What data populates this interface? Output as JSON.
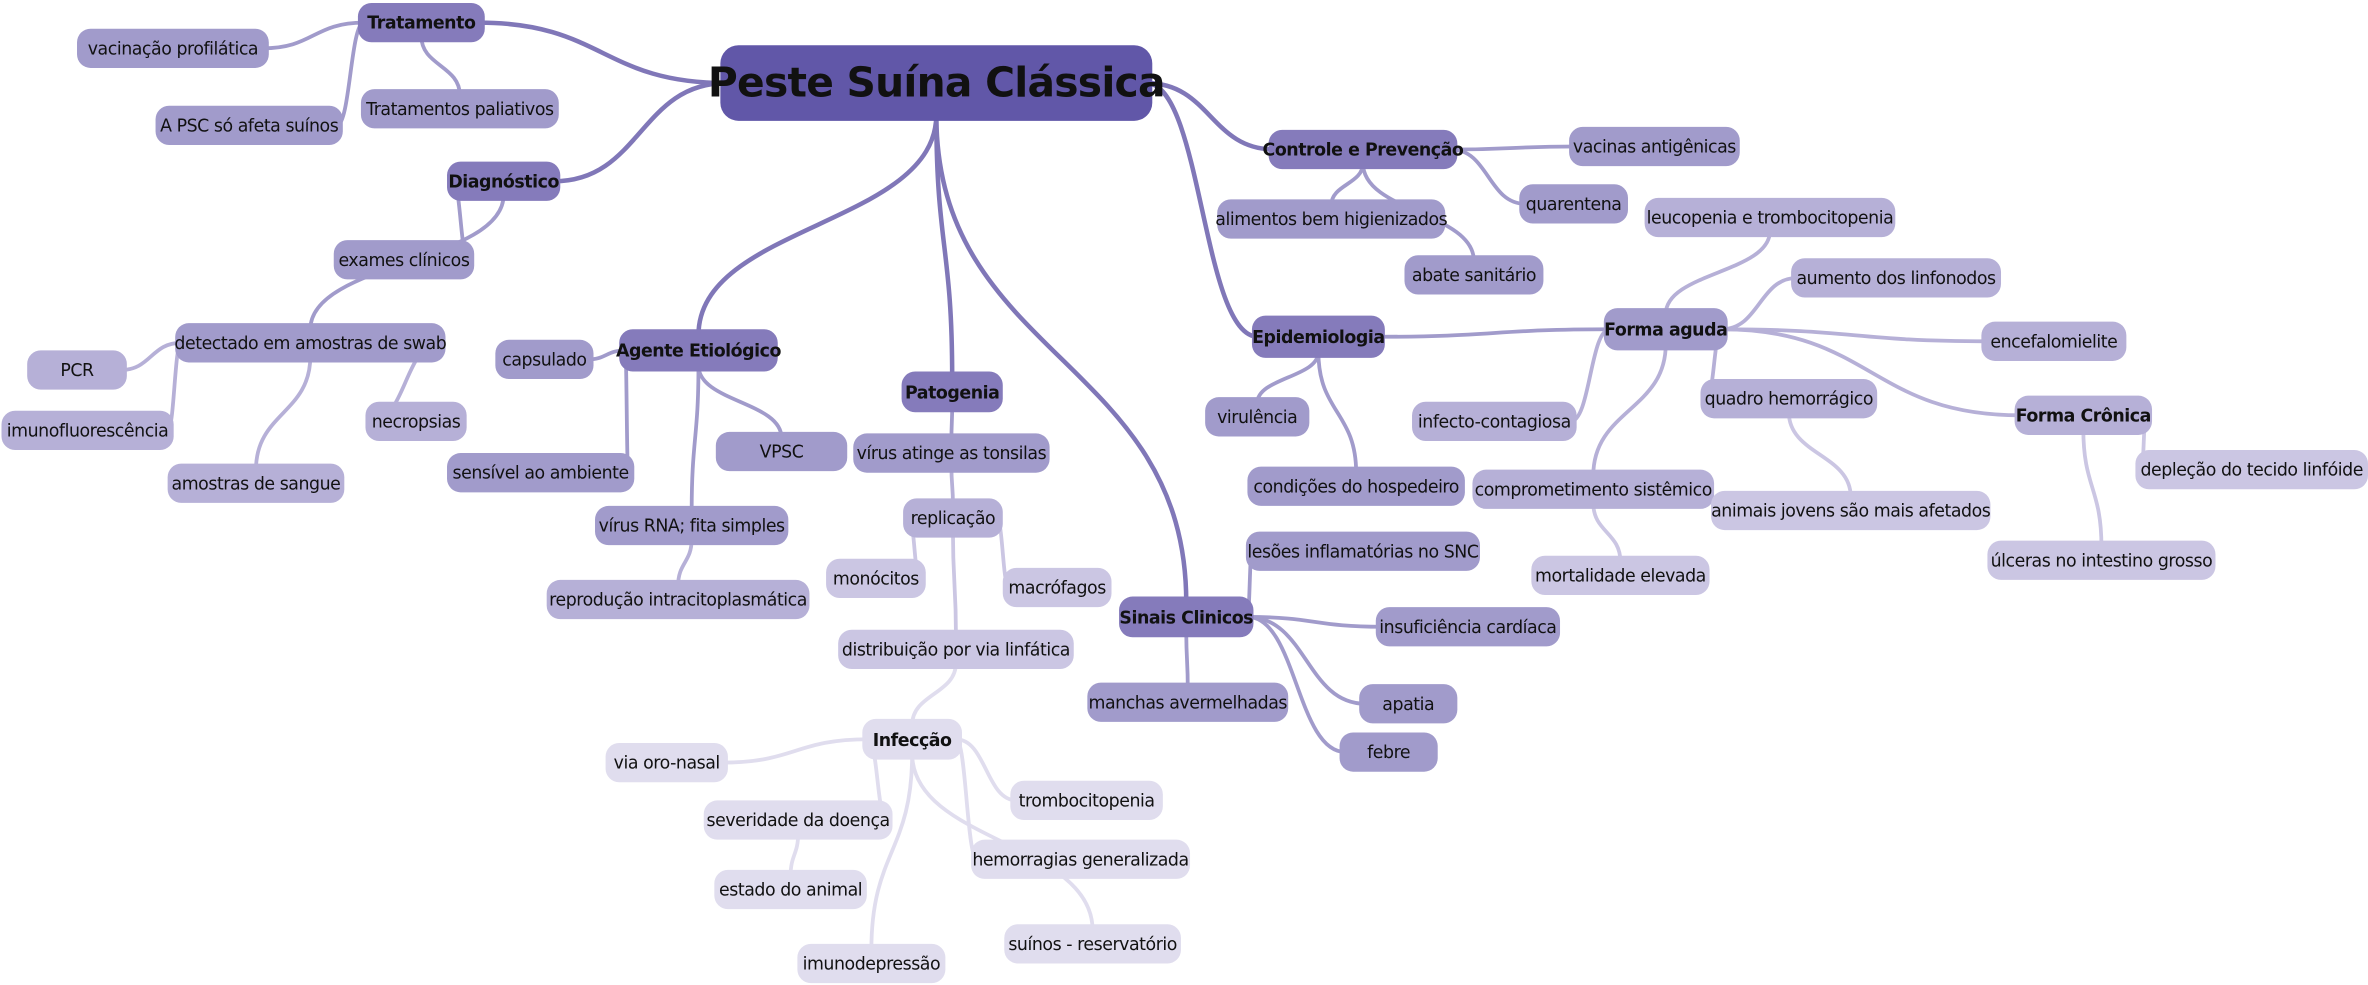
{
  "title": "Peste Suína Clássica",
  "nodes": [
    {
      "id": "root",
      "text": "Peste Suína Clássica",
      "parent": null
    },
    {
      "id": "trat",
      "text": "Tratamento",
      "parent": "root"
    },
    {
      "id": "vacprof",
      "text": "vacinação profilática",
      "parent": "trat"
    },
    {
      "id": "psc",
      "text": "A PSC só afeta suínos",
      "parent": "trat"
    },
    {
      "id": "palia",
      "text": "Tratamentos paliativos",
      "parent": "trat"
    },
    {
      "id": "diag",
      "text": "Diagnóstico",
      "parent": "root"
    },
    {
      "id": "exames",
      "text": "exames clínicos",
      "parent": "diag"
    },
    {
      "id": "swab",
      "text": "detectado em amostras de swab",
      "parent": "diag"
    },
    {
      "id": "pcr",
      "text": "PCR",
      "parent": "swab"
    },
    {
      "id": "imuno",
      "text": "imunofluorescência",
      "parent": "swab"
    },
    {
      "id": "necro",
      "text": "necropsias",
      "parent": "swab"
    },
    {
      "id": "sangue",
      "text": "amostras de sangue",
      "parent": "swab"
    },
    {
      "id": "agente",
      "text": "Agente Etiológico",
      "parent": "root"
    },
    {
      "id": "caps",
      "text": "capsulado",
      "parent": "agente"
    },
    {
      "id": "vpsc",
      "text": "VPSC",
      "parent": "agente"
    },
    {
      "id": "sens",
      "text": "sensível ao ambiente",
      "parent": "agente"
    },
    {
      "id": "rna",
      "text": "vírus RNA; fita simples",
      "parent": "agente"
    },
    {
      "id": "repro",
      "text": "reprodução intracitoplasmática",
      "parent": "rna"
    },
    {
      "id": "pato",
      "text": "Patogenia",
      "parent": "root"
    },
    {
      "id": "tons",
      "text": "vírus atinge as tonsilas",
      "parent": "pato"
    },
    {
      "id": "repl",
      "text": "replicação",
      "parent": "tons"
    },
    {
      "id": "mono",
      "text": "monócitos",
      "parent": "repl"
    },
    {
      "id": "macro",
      "text": "macrófagos",
      "parent": "repl"
    },
    {
      "id": "dist",
      "text": "distribuição por via linfática",
      "parent": "repl"
    },
    {
      "id": "infec",
      "text": "Infecção",
      "parent": "dist"
    },
    {
      "id": "oro",
      "text": "via oro-nasal",
      "parent": "infec"
    },
    {
      "id": "tromb",
      "text": "trombocitopenia",
      "parent": "infec"
    },
    {
      "id": "sev",
      "text": "severidade da doença",
      "parent": "infec"
    },
    {
      "id": "hemo",
      "text": "hemorragias generalizada",
      "parent": "infec"
    },
    {
      "id": "estado",
      "text": "estado do animal",
      "parent": "sev"
    },
    {
      "id": "suinos",
      "text": "suínos - reservatório",
      "parent": "infec"
    },
    {
      "id": "imunod",
      "text": "imunodepressão",
      "parent": "infec"
    },
    {
      "id": "ctrl",
      "text": "Controle e Prevenção",
      "parent": "root"
    },
    {
      "id": "vacant",
      "text": "vacinas antigênicas",
      "parent": "ctrl"
    },
    {
      "id": "quar",
      "text": "quarentena",
      "parent": "ctrl"
    },
    {
      "id": "alim",
      "text": "alimentos bem higienizados",
      "parent": "ctrl"
    },
    {
      "id": "abate",
      "text": "abate sanitário",
      "parent": "ctrl"
    },
    {
      "id": "epi",
      "text": "Epidemiologia",
      "parent": "root"
    },
    {
      "id": "aguda",
      "text": "Forma aguda",
      "parent": "epi"
    },
    {
      "id": "leuco",
      "text": "leucopenia e trombocitopenia",
      "parent": "aguda"
    },
    {
      "id": "linf",
      "text": "aumento dos linfonodos",
      "parent": "aguda"
    },
    {
      "id": "encef",
      "text": "encefalomielite",
      "parent": "aguda"
    },
    {
      "id": "infcont",
      "text": "infecto-contagiosa",
      "parent": "aguda"
    },
    {
      "id": "quadro",
      "text": "quadro hemorrágico",
      "parent": "aguda"
    },
    {
      "id": "cronica",
      "text": "Forma Crônica",
      "parent": "aguda"
    },
    {
      "id": "deple",
      "text": "depleção do tecido linfóide",
      "parent": "cronica"
    },
    {
      "id": "comp",
      "text": "comprometimento sistêmico",
      "parent": "aguda"
    },
    {
      "id": "jovens",
      "text": "animais jovens são mais afetados",
      "parent": "quadro"
    },
    {
      "id": "mort",
      "text": "mortalidade elevada",
      "parent": "comp"
    },
    {
      "id": "ulc",
      "text": "úlceras no intestino grosso",
      "parent": "cronica"
    },
    {
      "id": "viru",
      "text": "virulência",
      "parent": "epi"
    },
    {
      "id": "hosp",
      "text": "condições do hospedeiro",
      "parent": "epi"
    },
    {
      "id": "sinais",
      "text": "Sinais Clinicos",
      "parent": "root"
    },
    {
      "id": "lesoes",
      "text": "lesões inflamatórias no SNC",
      "parent": "sinais"
    },
    {
      "id": "insuf",
      "text": "insuficiência cardíaca",
      "parent": "sinais"
    },
    {
      "id": "manchas",
      "text": "manchas avermelhadas",
      "parent": "sinais"
    },
    {
      "id": "apatia",
      "text": "apatia",
      "parent": "sinais"
    },
    {
      "id": "febre",
      "text": "febre",
      "parent": "sinais"
    }
  ],
  "colors": {
    "root": "#6157a8",
    "level1": "#857bbb",
    "level2": "#a19bcb",
    "level3": "#b6b0d7",
    "level4": "#cbc6e3",
    "level5": "#e0ddee"
  }
}
